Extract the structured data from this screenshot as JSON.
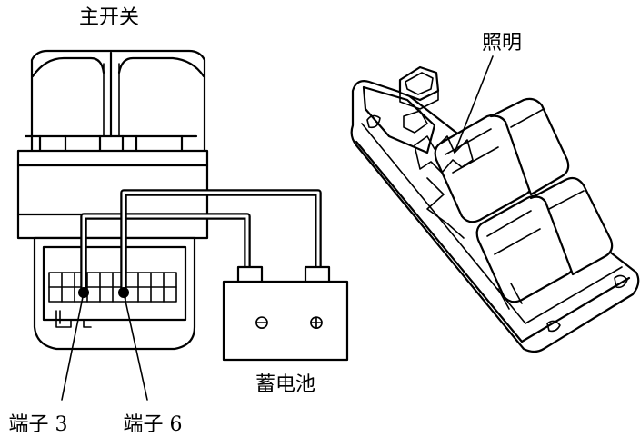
{
  "labels": {
    "main_switch": "主开关",
    "illumination": "照明",
    "battery": "蓄电池",
    "terminal_3": "端子 3",
    "terminal_6": "端子 6",
    "minus_symbol": "⊖",
    "plus_symbol": "⊕"
  }
}
